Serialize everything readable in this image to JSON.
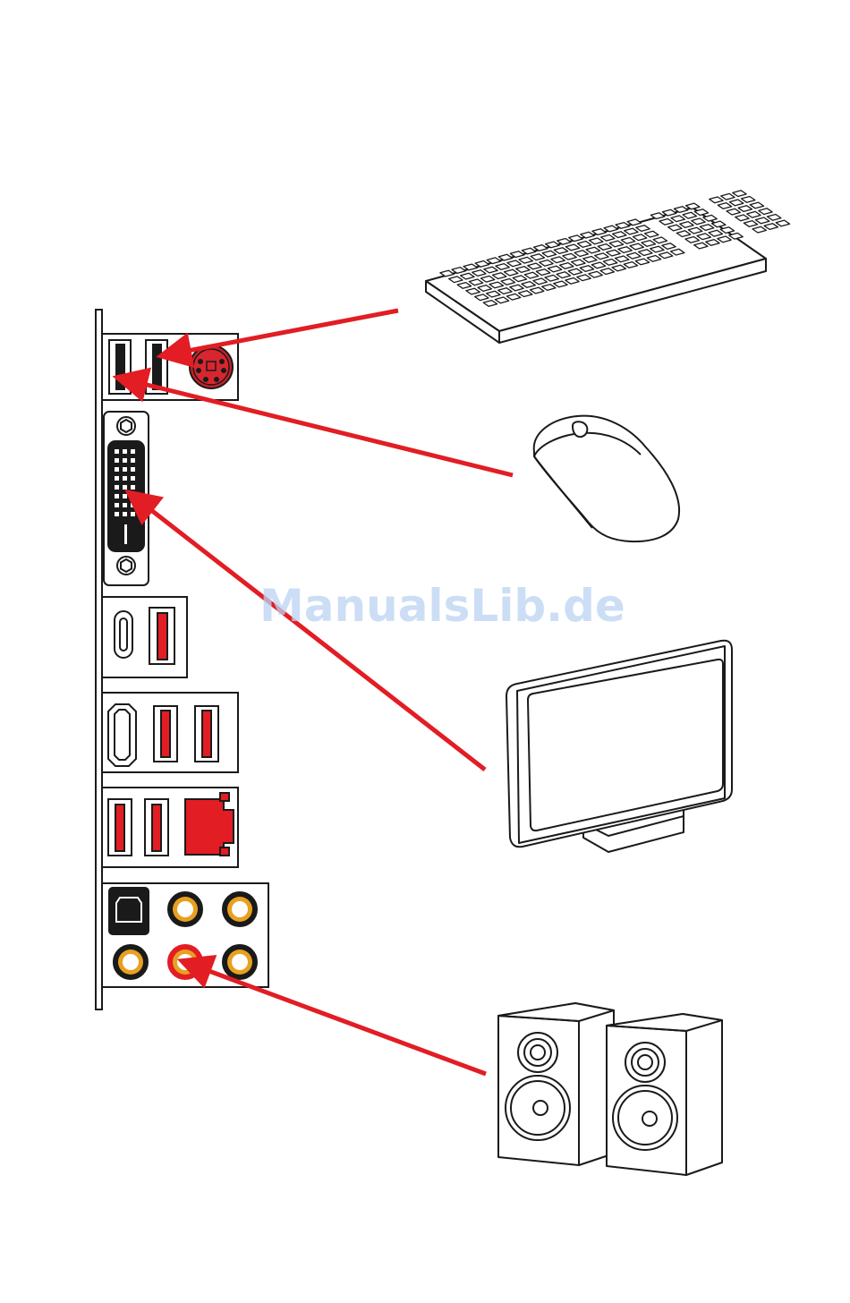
{
  "watermark": {
    "text": "ManualsLib.de"
  },
  "colors": {
    "arrow": "#e21d24",
    "port_red": "#e21d24",
    "outline": "#1a1a1a",
    "audio_gold": "#e8a020",
    "watermark": "#bcd4f2"
  },
  "io_panel": {
    "groups": [
      {
        "name": "usb-ps2-group",
        "ports": [
          "usb-a",
          "usb-a",
          "ps2"
        ]
      },
      {
        "name": "dvi-group",
        "ports": [
          "dvi-d"
        ]
      },
      {
        "name": "usbc-group",
        "ports": [
          "usb-c",
          "usb-a-red"
        ]
      },
      {
        "name": "hdmi-group",
        "ports": [
          "hdmi",
          "usb-a-red",
          "usb-a-red"
        ]
      },
      {
        "name": "lan-group",
        "ports": [
          "usb-a-red",
          "usb-a-red",
          "rj45-lan"
        ]
      },
      {
        "name": "audio-group",
        "ports": [
          "optical-spdif",
          "audio-jack",
          "audio-jack",
          "audio-jack",
          "audio-jack-line-out",
          "audio-jack"
        ]
      }
    ]
  },
  "devices": [
    {
      "name": "keyboard",
      "icon": "keyboard-icon",
      "connects_to": "usb-a"
    },
    {
      "name": "mouse",
      "icon": "mouse-icon",
      "connects_to": "usb-a"
    },
    {
      "name": "monitor",
      "icon": "monitor-icon",
      "connects_to": "dvi-d"
    },
    {
      "name": "speakers",
      "icon": "speakers-icon",
      "connects_to": "audio-jack-line-out"
    }
  ]
}
